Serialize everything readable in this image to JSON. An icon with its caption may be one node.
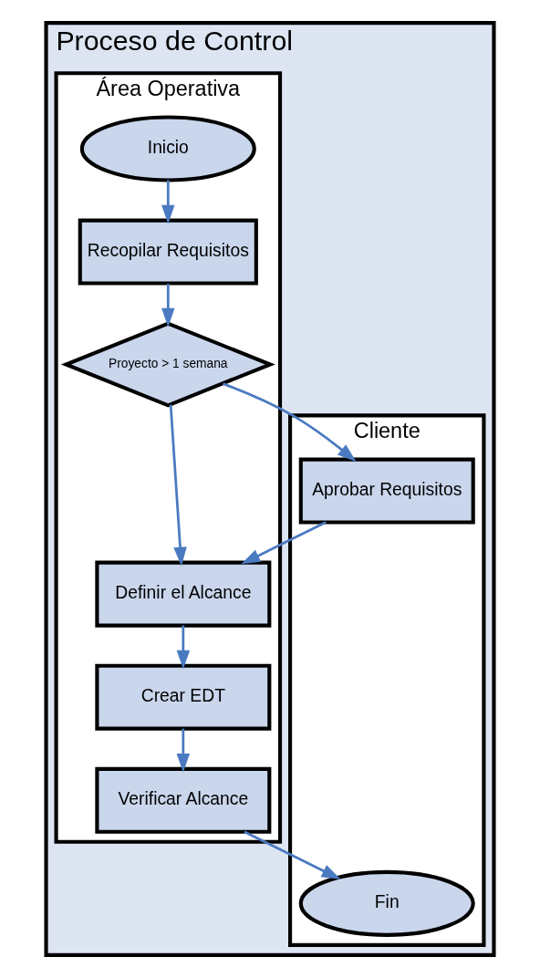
{
  "diagram": {
    "nodes": [
      {
        "text": [
          "Proceso de Control"
        ]
      },
      {
        "text": [
          "Área Operativa"
        ],
        "in": 0
      },
      {
        "text": [
          "Cliente"
        ],
        "in": 0
      },
      {
        "text": [
          "Inicio"
        ],
        "in": 1
      },
      {
        "text": [
          "Recopilar Requisitos"
        ],
        "in": 1
      },
      {
        "text": [
          "Proyecto > 1 semana"
        ],
        "in": 1
      },
      {
        "text": [
          "Aprobar Requisitos"
        ],
        "in": 2
      },
      {
        "text": [
          "Definir el Alcance"
        ],
        "in": 1
      },
      {
        "text": [
          "Crear EDT"
        ],
        "in": 1
      },
      {
        "text": [
          "Verificar Alcance"
        ],
        "in": 1
      },
      {
        "text": [
          "Fin"
        ],
        "in": 2
      }
    ],
    "edges": [
      {
        "from": 3,
        "to": 4,
        "arrow": "to"
      },
      {
        "from": 4,
        "to": 5,
        "arrow": "to"
      },
      {
        "from": 5,
        "to": 6,
        "arrow": "to"
      },
      {
        "from": 5,
        "to": 7,
        "arrow": "to"
      },
      {
        "from": 6,
        "to": 7,
        "arrow": "to"
      },
      {
        "from": 7,
        "to": 8,
        "arrow": "to"
      },
      {
        "from": 8,
        "to": 9,
        "arrow": "to"
      },
      {
        "from": 9,
        "to": 10,
        "arrow": "to"
      }
    ]
  }
}
